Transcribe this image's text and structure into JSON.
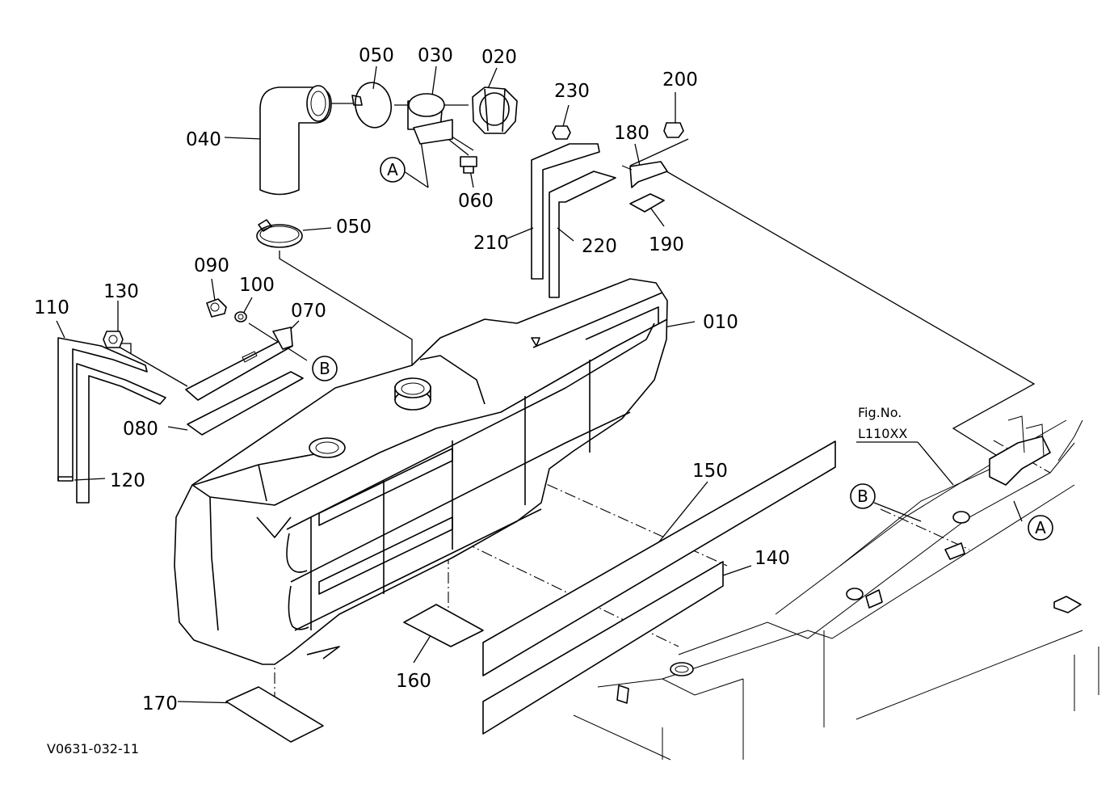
{
  "parts": {
    "p010": "010",
    "p020": "020",
    "p030": "030",
    "p040": "040",
    "p050a": "050",
    "p050b": "050",
    "p060": "060",
    "p070": "070",
    "p080": "080",
    "p090": "090",
    "p100": "100",
    "p110": "110",
    "p120": "120",
    "p130": "130",
    "p140": "140",
    "p150": "150",
    "p160": "160",
    "p170": "170",
    "p180": "180",
    "p190": "190",
    "p200": "200",
    "p210": "210",
    "p220": "220",
    "p230": "230"
  },
  "callouts": {
    "a1": "A",
    "a2": "A",
    "b1": "B",
    "b2": "B"
  },
  "fig_ref": {
    "line1": "Fig.No.",
    "line2": "L110XX"
  },
  "diagram_code": "V0631-032-11"
}
